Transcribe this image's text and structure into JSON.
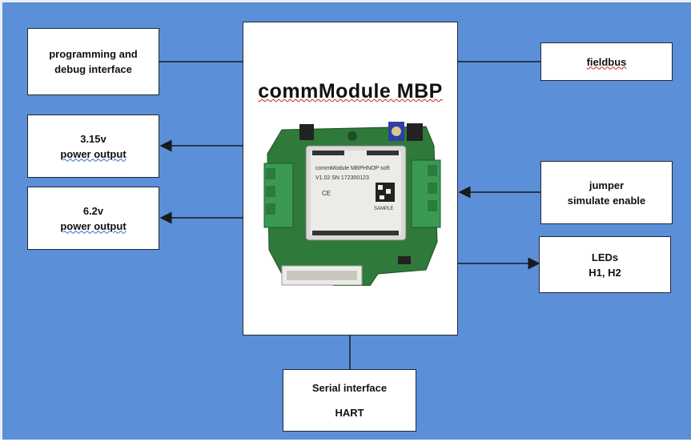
{
  "center": {
    "title": "commModule MBP",
    "board_module_text": "commModule MBPHNOP soft",
    "board_serial_text": "V1.02 SN 172300123",
    "board_sample_text": "SAMPLE"
  },
  "blocks": {
    "programming": {
      "line1": "programming and",
      "line2": "debug interface"
    },
    "power315": {
      "line1": "3.15v",
      "line2": "power output"
    },
    "power62": {
      "line1": "6.2v",
      "line2": "power output"
    },
    "fieldbus": {
      "line1": "fieldbus"
    },
    "jumper": {
      "line1": "jumper",
      "line2": "simulate enable"
    },
    "leds": {
      "line1": "LEDs",
      "line2": "H1, H2"
    },
    "serial": {
      "line1": "Serial interface",
      "line2": "HART"
    }
  },
  "colors": {
    "background": "#5b8fd8",
    "box_fill": "#ffffff",
    "line": "#1a1a1a",
    "pcb": "#2f7a3a"
  }
}
